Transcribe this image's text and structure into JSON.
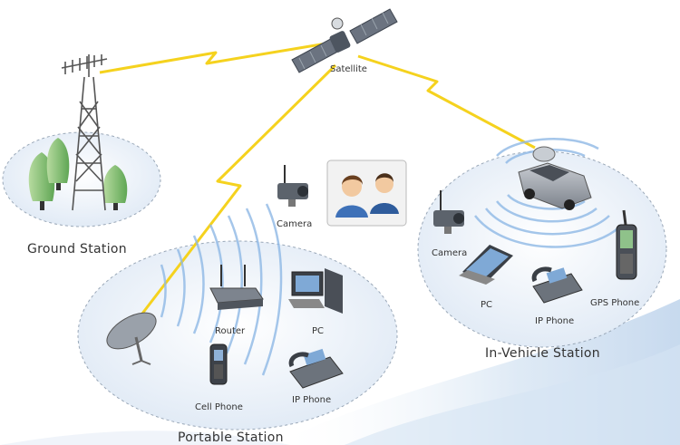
{
  "stations": {
    "ground": "Ground Station",
    "portable": "Portable Station",
    "vehicle": "In-Vehicle Station"
  },
  "nodes": {
    "satellite": "Satellite",
    "camera_portable": "Camera",
    "router": "Router",
    "pc_portable": "PC",
    "cell_phone": "Cell Phone",
    "ip_phone_portable": "IP Phone",
    "camera_vehicle": "Camera",
    "pc_vehicle": "PC",
    "ip_phone_vehicle": "IP Phone",
    "gps_phone": "GPS Phone"
  },
  "colors": {
    "link": "#f5d21e",
    "zone_fill": "#e6eef7",
    "zone_stroke": "#9aa8b8",
    "wave": "#8fb9e6"
  }
}
